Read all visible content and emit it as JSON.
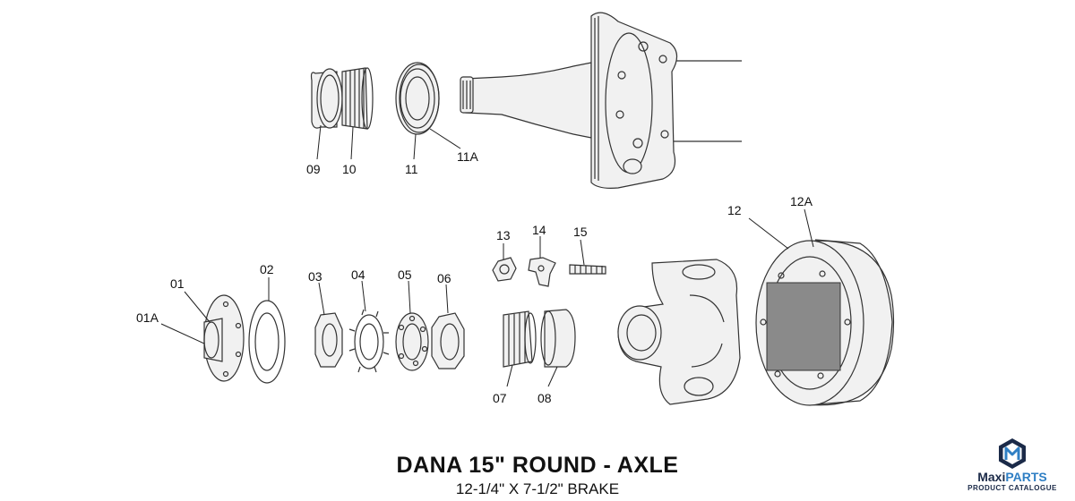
{
  "diagram": {
    "title": "DANA 15\" ROUND - AXLE",
    "subtitle": "12-1/4\" X 7-1/2\" BRAKE",
    "labels": {
      "l09": "09",
      "l10": "10",
      "l11": "11",
      "l11a": "11A",
      "l12": "12",
      "l12a": "12A",
      "l13": "13",
      "l14": "14",
      "l15": "15",
      "l01": "01",
      "l01a": "01A",
      "l02": "02",
      "l03": "03",
      "l04": "04",
      "l05": "05",
      "l06": "06",
      "l07": "07",
      "l08": "08"
    }
  },
  "logo": {
    "brand_prefix": "Maxi",
    "brand_suffix": "PARTS",
    "tagline": "PRODUCT CATALOGUE",
    "colors": {
      "navy": "#1b2a48",
      "blue": "#2f7fc4"
    },
    "icon": "hexagon-m-logo-icon"
  }
}
